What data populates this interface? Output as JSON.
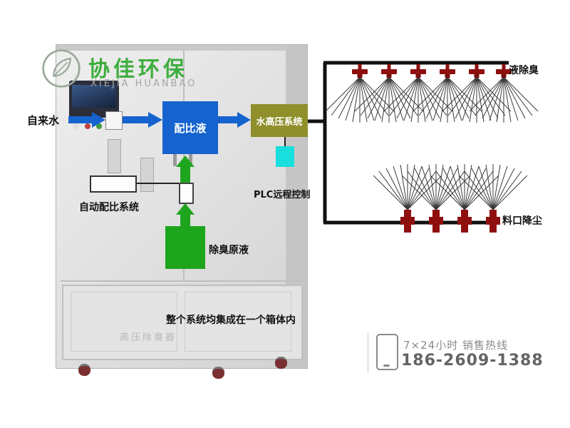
{
  "logo": {
    "title": "协佳环保",
    "subtitle": "XIEJIA HUANBAO"
  },
  "flow": {
    "tap_water": "自来水",
    "mix_box": "配比液",
    "high_pressure_box": "水高压系统",
    "auto_mix_label": "自动配比系统",
    "stock_label": "除臭原液",
    "plc_label": "PLC远程控制",
    "top_nozzles_label": "液除臭",
    "bottom_nozzles_label": "料口降尘",
    "integration_note": "整个系统均集成在一个箱体内",
    "cabinet_print": "高压除臭器"
  },
  "hotline": {
    "hours_label": "7×24小时  销售热线",
    "phone": "186-2609-1388"
  },
  "colors": {
    "arrow_blue": "#1663cf",
    "high_pressure_olive": "#8f8f2b",
    "stock_green": "#1ea51e",
    "plc_cyan": "#18dede",
    "nozzle_red": "#8f0f0f",
    "logo_green": "#3fae3f",
    "pipe_black": "#111111"
  }
}
